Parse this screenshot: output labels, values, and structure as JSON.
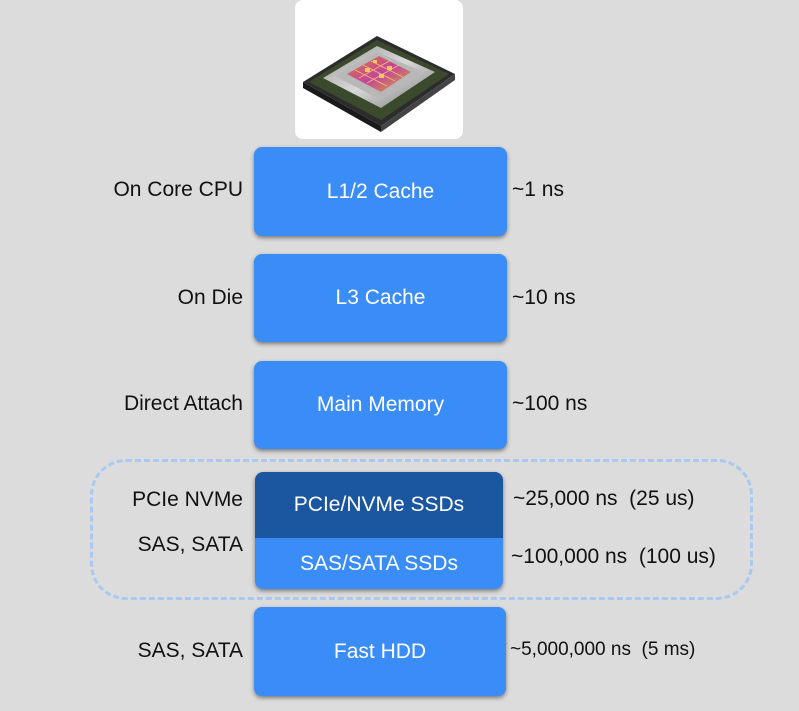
{
  "tiers": [
    {
      "location": "On Core CPU",
      "name": "L1/2 Cache",
      "latency": "~1 ns"
    },
    {
      "location": "On Die",
      "name": "L3 Cache",
      "latency": "~10 ns"
    },
    {
      "location": "Direct Attach",
      "name": "Main Memory",
      "latency": "~100 ns"
    },
    {
      "location": "PCIe NVMe",
      "name": "PCIe/NVMe SSDs",
      "latency": "~25,000 ns  (25 us)"
    },
    {
      "location": "SAS, SATA",
      "name": "SAS/SATA SSDs",
      "latency": "~100,000 ns  (100 us)"
    },
    {
      "location": "SAS, SATA",
      "name": "Fast HDD",
      "latency": "~5,000,000 ns  (5 ms)"
    }
  ],
  "colors": {
    "background": "#dcdcdc",
    "box": "#3a8cf7",
    "box_dark": "#1b56a0",
    "dashed_border": "#a9c9f2"
  },
  "icons": [
    "cpu-chip-image"
  ]
}
